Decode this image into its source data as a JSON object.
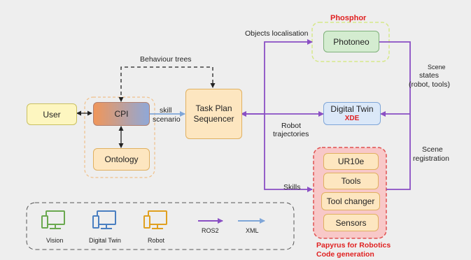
{
  "nodes": {
    "user": "User",
    "cpi": "CPI",
    "ontology": "Ontology",
    "task_plan": [
      "Task Plan",
      "Sequencer"
    ],
    "photoneo": "Photoneo",
    "digital_twin": "Digital Twin",
    "xde": "XDE",
    "ur10e": "UR10e",
    "tools": "Tools",
    "tool_changer": "Tool changer",
    "sensors": "Sensors"
  },
  "groups": {
    "phosphor": "Phosphor",
    "papyrus": [
      "Papyrus for Robotics",
      "Code generation"
    ]
  },
  "labels": {
    "behaviour_trees": "Behaviour trees",
    "skill_scenario": [
      "skill",
      "scenario"
    ],
    "objects_localisation": "Objects localisation",
    "robot_trajectories": [
      "Robot",
      "trajectories"
    ],
    "skills": "Skills",
    "scene_states": [
      "Scene",
      "states",
      "(robot, tools)"
    ],
    "scene_registration": [
      "Scene",
      "registration"
    ]
  },
  "legend": {
    "vision": "Vision",
    "digital_twin": "Digital Twin",
    "robot": "Robot",
    "ros2": "ROS2",
    "xml": "XML"
  },
  "colors": {
    "purple_arrow": "#8a4fc4",
    "blue_arrow": "#7fa6d8",
    "red_text": "#e02020",
    "vision_icon": "#6aa84f",
    "digital_twin_icon": "#4a7fc1",
    "robot_icon": "#e0a020"
  }
}
